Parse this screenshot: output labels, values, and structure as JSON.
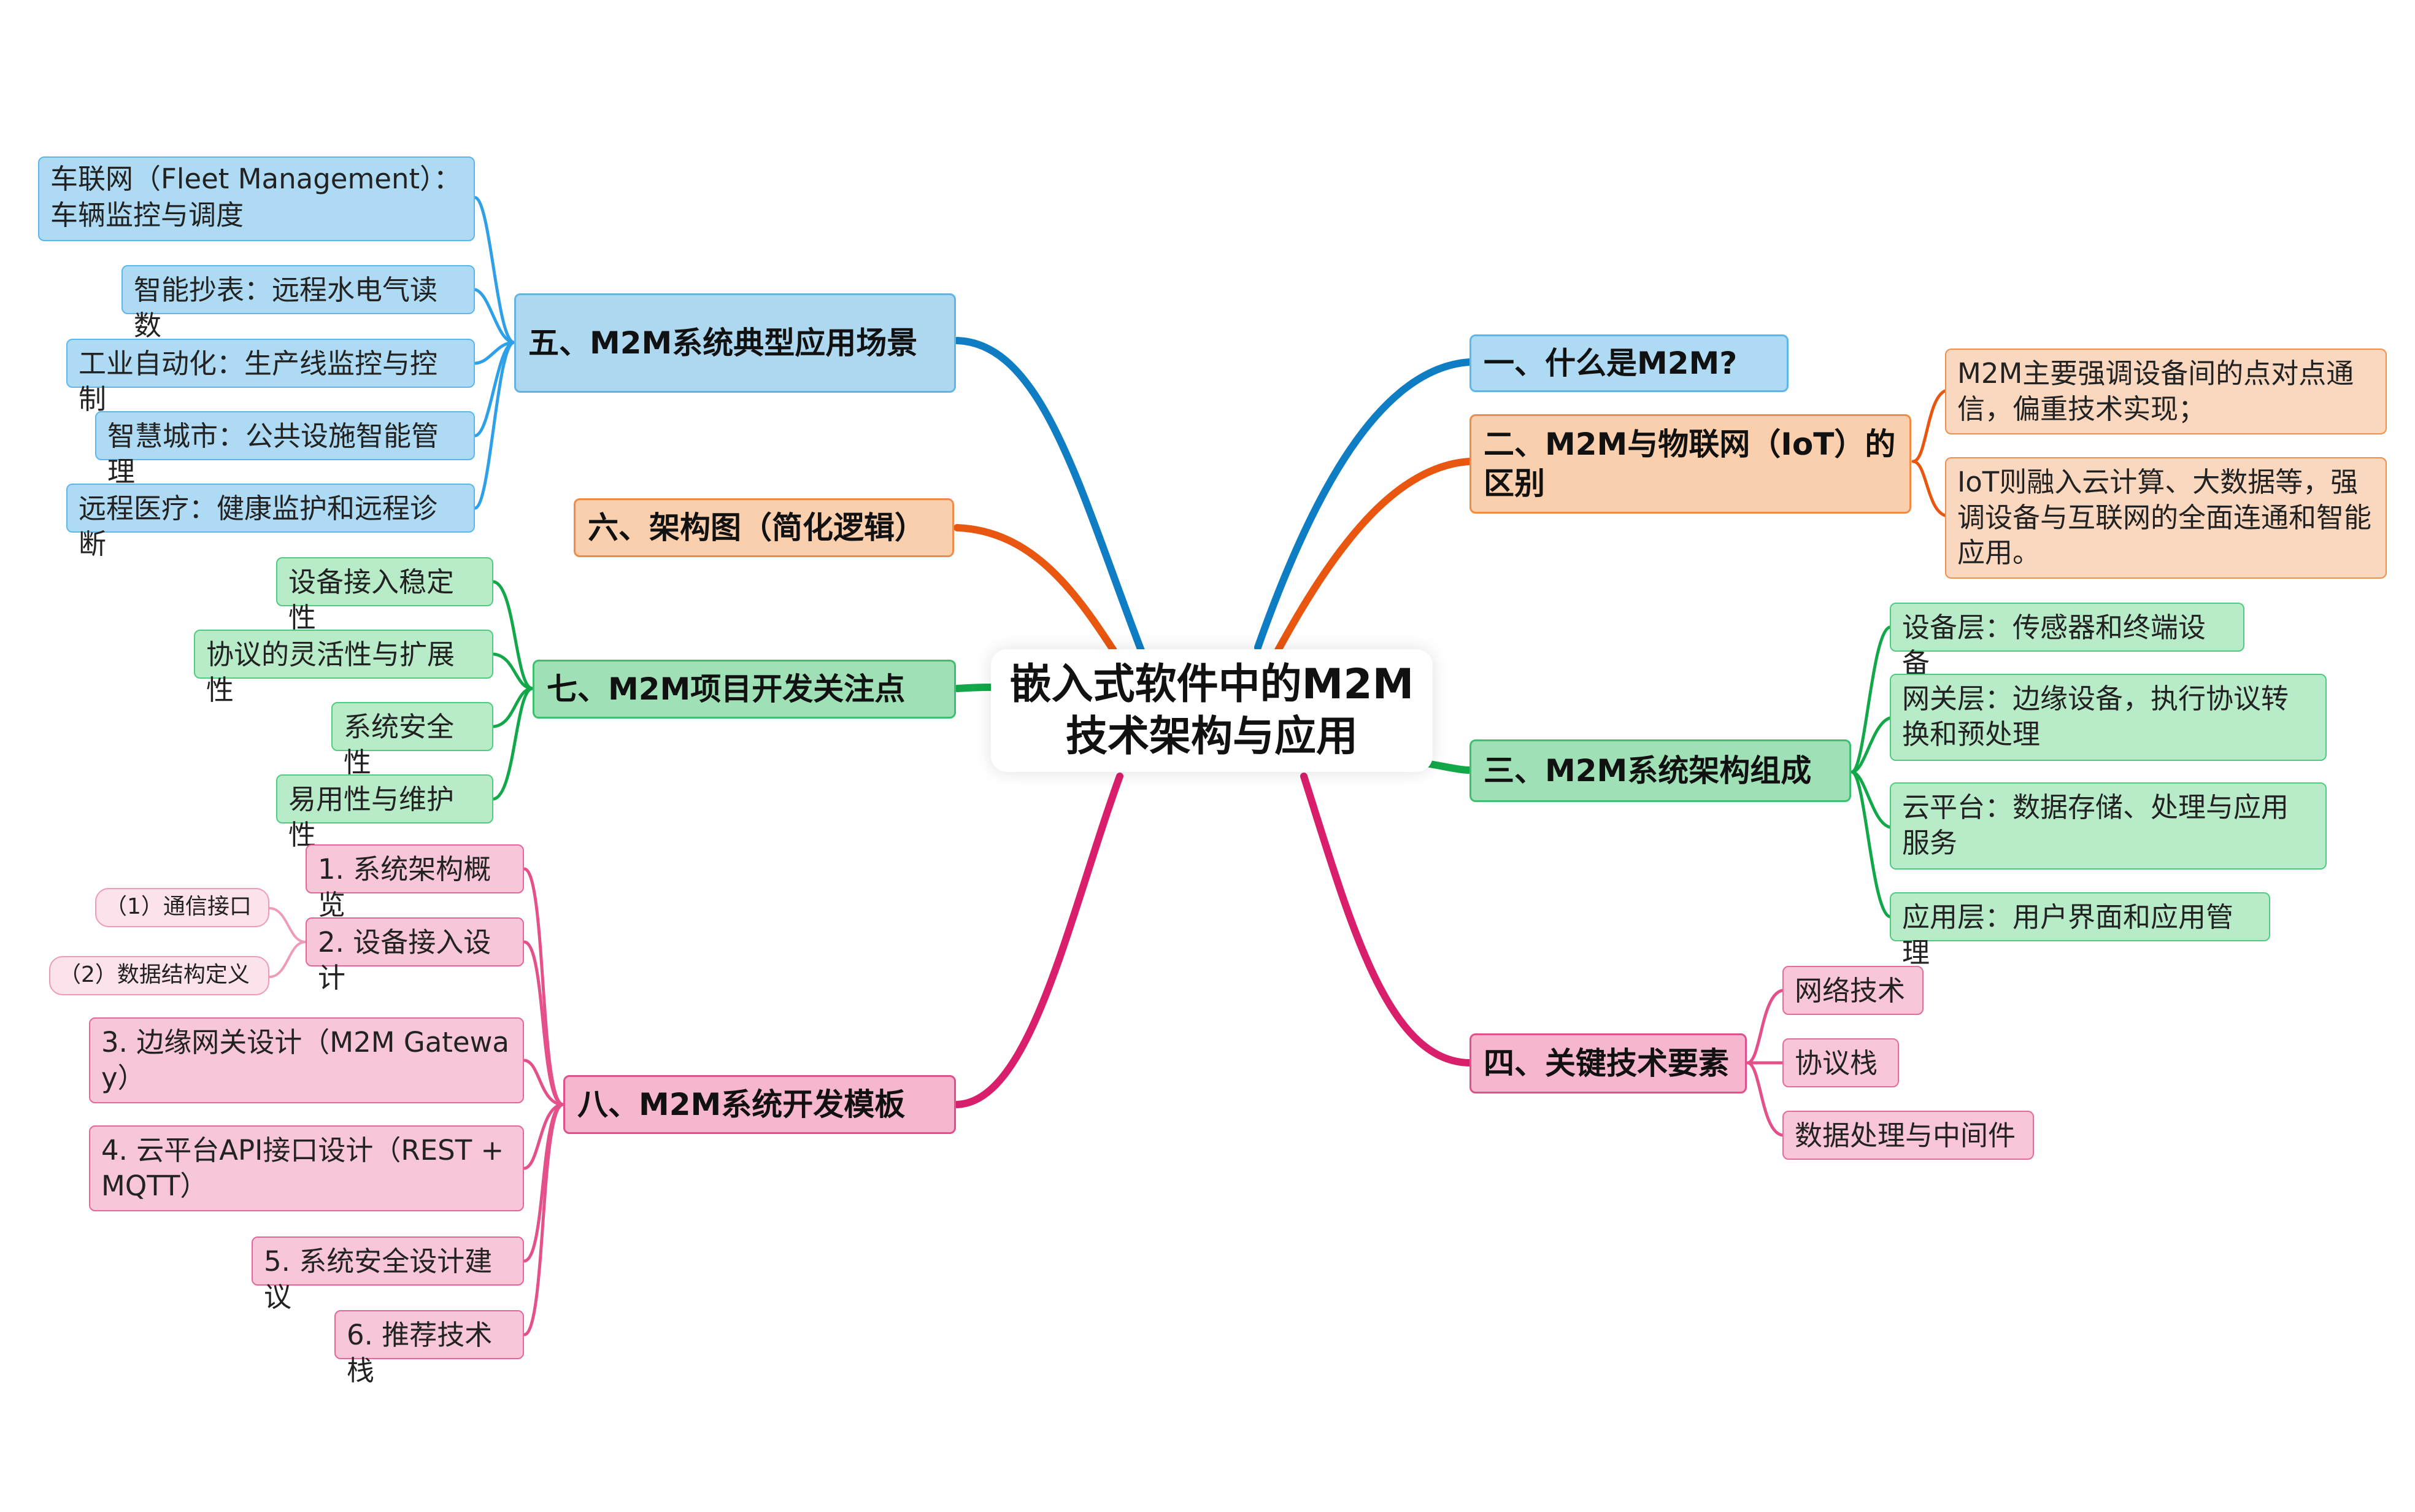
{
  "root": {
    "title": "嵌入式软件中的M2M技术架构与应用"
  },
  "colors": {
    "blue": "#0e7dc3",
    "orange": "#e8560f",
    "green": "#12a84a",
    "crimson": "#d91f6b",
    "pink": "#e4508a",
    "sky": "#2ea0e8"
  },
  "branches": {
    "b1": {
      "title": "一、什么是M2M?"
    },
    "b2": {
      "title": "二、M2M与物联网（IoT）的区别",
      "items": [
        "M2M主要强调设备间的点对点通信，偏重技术实现；",
        "IoT则融入云计算、大数据等，强调设备与互联网的全面连通和智能应用。"
      ]
    },
    "b3": {
      "title": "三、M2M系统架构组成",
      "items": [
        "设备层：传感器和终端设备",
        "网关层：边缘设备，执行协议转换和预处理",
        "云平台：数据存储、处理与应用服务",
        "应用层：用户界面和应用管理"
      ]
    },
    "b4": {
      "title": "四、关键技术要素",
      "items": [
        "网络技术",
        "协议栈",
        "数据处理与中间件"
      ]
    },
    "b5": {
      "title": "五、M2M系统典型应用场景",
      "items": [
        "车联网（Fleet Management）：车辆监控与调度",
        "智能抄表：远程水电气读数",
        "工业自动化：生产线监控与控制",
        "智慧城市：公共设施智能管理",
        "远程医疗：健康监护和远程诊断"
      ]
    },
    "b6": {
      "title": "六、架构图（简化逻辑）"
    },
    "b7": {
      "title": "七、M2M项目开发关注点",
      "items": [
        "设备接入稳定性",
        "协议的灵活性与扩展性",
        "系统安全性",
        "易用性与维护性"
      ]
    },
    "b8": {
      "title": "八、M2M系统开发模板",
      "items": [
        "1. 系统架构概览",
        "2. 设备接入设计",
        "3. 边缘网关设计（M2M Gateway）",
        "4. 云平台API接口设计（REST + MQTT）",
        "5. 系统安全设计建议",
        "6. 推荐技术栈"
      ],
      "subitems": [
        "（1）通信接口",
        "（2）数据结构定义"
      ]
    }
  }
}
